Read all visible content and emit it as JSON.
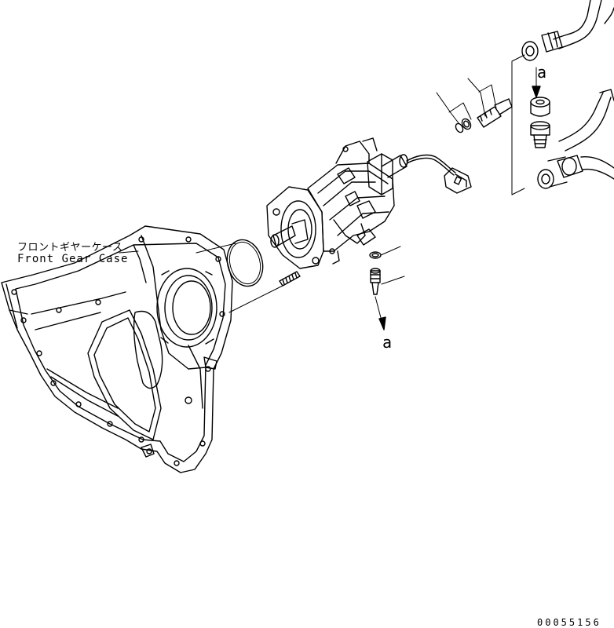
{
  "labels": {
    "gear_case_jp": "フロントギヤーケース",
    "gear_case_en": "Front Gear Case",
    "ref_top": "a",
    "ref_bottom": "a",
    "drawing_code": "00055156"
  }
}
